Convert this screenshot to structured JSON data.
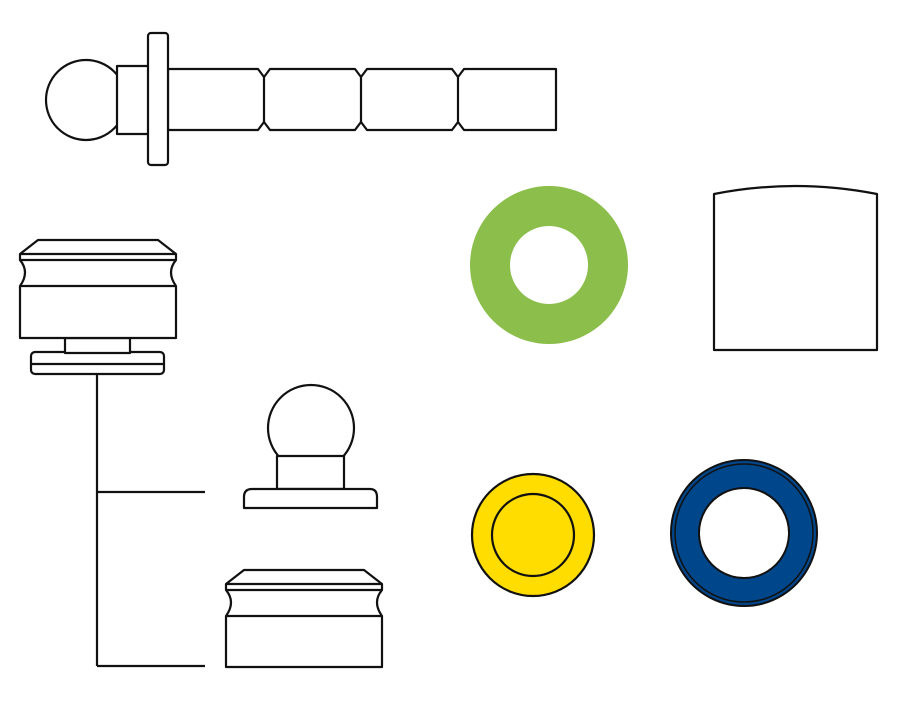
{
  "diagram": {
    "description_free": true,
    "colors": {
      "outline": "#111111",
      "background": "#ffffff",
      "green_washer": "#8BBE4B",
      "yellow_cap": "#FFDD00",
      "blue_ring": "#00468B"
    },
    "parts": [
      {
        "id": "ball-pin",
        "icon": "grooved-ball-pin-icon"
      },
      {
        "id": "green-washer",
        "icon": "ring-icon"
      },
      {
        "id": "curved-plate",
        "icon": "curved-top-plate-icon"
      },
      {
        "id": "socket-assembly",
        "icon": "socket-stack-icon"
      },
      {
        "id": "ball-stud",
        "icon": "ball-stud-icon"
      },
      {
        "id": "socket-cap",
        "icon": "socket-cap-icon"
      },
      {
        "id": "yellow-cap",
        "icon": "disc-cap-icon"
      },
      {
        "id": "blue-ring",
        "icon": "ring-icon"
      }
    ]
  }
}
